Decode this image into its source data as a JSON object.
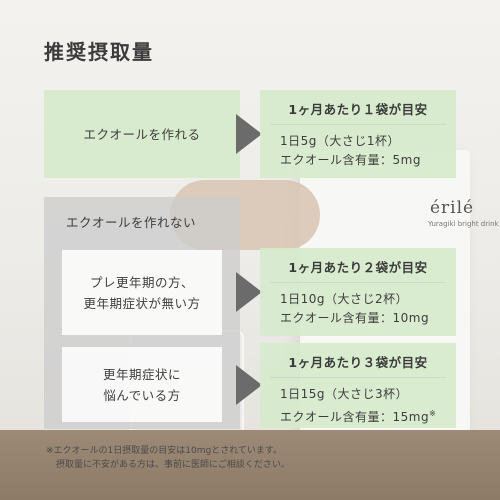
{
  "title": "推奨摂取量",
  "can_make": {
    "label": "エクオールを作れる",
    "result": {
      "head": "1ヶ月あたり１袋が目安",
      "line1": "1日5g（大さじ1杯）",
      "line2": "エクオール含有量：5mg"
    }
  },
  "cannot_make": {
    "label": "エクオールを作れない",
    "groups": [
      {
        "label_line1": "プレ更年期の方、",
        "label_line2": "更年期症状が無い方",
        "result": {
          "head": "1ヶ月あたり２袋が目安",
          "line1": "1日10g（大さじ2杯）",
          "line2": "エクオール含有量：10mg"
        }
      },
      {
        "label_line1": "更年期症状に",
        "label_line2": "悩んでいる方",
        "result": {
          "head": "1ヶ月あたり３袋が目安",
          "line1": "1日15g（大さじ3杯）",
          "line2": "エクオール含有量：15mg",
          "mark": "※"
        }
      }
    ]
  },
  "note": {
    "line1": "※エクオールの1日摂取量の目安は10mgとされています。",
    "line2": "摂取量に不安がある方は、事前に医師にご相談ください。"
  },
  "product": {
    "brand": "érilé",
    "subtitle": "Yuragiki bright drink"
  }
}
